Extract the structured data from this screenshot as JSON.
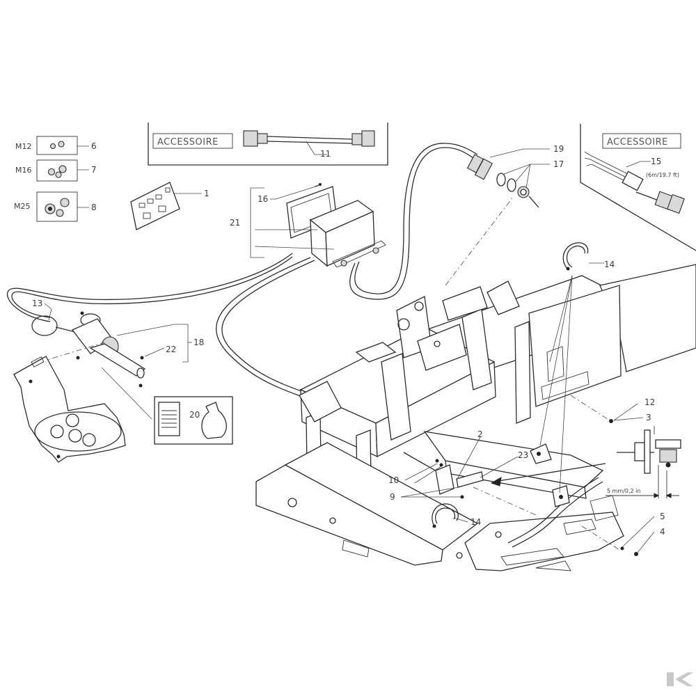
{
  "accessory_label_left": "ACCESSOIRE",
  "accessory_label_right": "ACCESSOIRE",
  "cable_length_note": "(6m/19.7 ft)",
  "gap_note": "5 mm/0,2 in",
  "bolt_sizes": [
    {
      "size": "M12",
      "part": "6"
    },
    {
      "size": "M16",
      "part": "7"
    },
    {
      "size": "M25",
      "part": "8"
    }
  ],
  "parts": {
    "p1": "1",
    "p2": "2",
    "p3": "3",
    "p4": "4",
    "p5": "5",
    "p9": "9",
    "p10": "10",
    "p11": "11",
    "p12": "12",
    "p13": "13",
    "p14a": "14",
    "p14b": "14",
    "p15": "15",
    "p16": "16",
    "p17": "17",
    "p18": "18",
    "p19": "19",
    "p20": "20",
    "p21": "21",
    "p22": "22",
    "p23": "23"
  },
  "colors": {
    "line": "#2b2b2b",
    "label": "#3a3a3a",
    "logo": "#c8c8c8"
  },
  "logo_icon": "brand-logo-icon"
}
